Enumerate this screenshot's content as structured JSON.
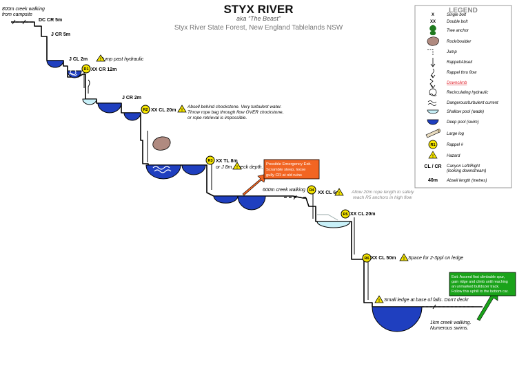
{
  "title": "STYX RIVER",
  "aka": "aka “The Beast”",
  "subtitle": "Styx River State Forest, New England Tablelands NSW",
  "start_walk": "800m creek walking",
  "start_walk2": "from campsite",
  "steps": {
    "dc_cr": "DC CR 5m",
    "j_cr_5": "J CR 5m",
    "j_cl_2": "J CL 2m",
    "jump_note": "Jump past hydraulic",
    "r1": "XX CR 12m",
    "j_cr_2": "J CR 2m",
    "r2": "XX CL 20m",
    "r2_note1": "Absell behind chockstone. Very turbulent water.",
    "r2_note2": "Throw rope bag through flow OVER chockstone,",
    "r2_note3": "or rope retrieval is impossible.",
    "r3": "XX TL 8m",
    "r3_note": "or J 8m. Check depth.",
    "walk_600": "600m creek walking",
    "r4": "XX CL 6m",
    "r4_note1": "Allow 20m rope length to safely",
    "r4_note2": "reach R5 anchors in high flow",
    "r5": "XX CL 20m",
    "r6": "XX CL 50m",
    "r6_note": "Space for 2-3ppl on ledge",
    "ledge_note": "Small ledge at base of falls. Don’t deck!",
    "walk_1km1": "1km creek walking.",
    "walk_1km2": "Numerous swims."
  },
  "rappel_labels": [
    "R1",
    "R2",
    "R3",
    "R4",
    "R5",
    "R6"
  ],
  "emergency_exit": {
    "line1": "Possible Emergency Exit.",
    "line2": "Scramble steep, loose",
    "line3": "gully CR at old ruins",
    "color": "#f26522"
  },
  "exit_box": {
    "line1": "Exit: Ascend first climbable spur,",
    "line2": "gain ridge and climb until reaching",
    "line3": "an unmarked bulldozer track.",
    "line4": "Follow this uphill to the bottom car.",
    "color": "#1aa31a"
  },
  "legend": {
    "title": "LEGEND",
    "items": [
      {
        "symbol": "X",
        "label": "Single bolt"
      },
      {
        "symbol": "XX",
        "label": "Double bolt"
      },
      {
        "symbol": "tree-icon",
        "label": "Tree anchor"
      },
      {
        "symbol": "rock-icon",
        "label": "Rock/boulder"
      },
      {
        "symbol": "jump-icon",
        "label": "Jump"
      },
      {
        "symbol": "rappel-icon",
        "label": "Rappel/Abseil"
      },
      {
        "symbol": "rappel-flow-icon",
        "label": "Rappel thru flow"
      },
      {
        "symbol": "downclimb-icon",
        "label": "Downclimb"
      },
      {
        "symbol": "hydraulic-icon",
        "label": "Recirculating hydraulic"
      },
      {
        "symbol": "current-icon",
        "label": "Dangerous/turbulent current"
      },
      {
        "symbol": "shallow-pool-icon",
        "label": "Shallow pool (wade)"
      },
      {
        "symbol": "deep-pool-icon",
        "label": "Deep pool (swim)"
      },
      {
        "symbol": "log-icon",
        "label": "Large log"
      },
      {
        "symbol": "R1",
        "label": "Rappel #"
      },
      {
        "symbol": "hazard-icon",
        "label": "Hazard"
      },
      {
        "symbol": "CL / CR",
        "label": "Canyon Left/Right",
        "label2": "(looking downstream)"
      },
      {
        "symbol": "40m",
        "label": "Abseil length (metres)"
      }
    ]
  },
  "colors": {
    "deep_pool": "#1f3fbf",
    "shallow_pool": "#c8f0f8",
    "rappel_marker": "#f5e400",
    "hazard": "#f5e400",
    "rock": "#b08a80",
    "tree": "#1f7a1f",
    "downclimb": "#e0202a"
  }
}
